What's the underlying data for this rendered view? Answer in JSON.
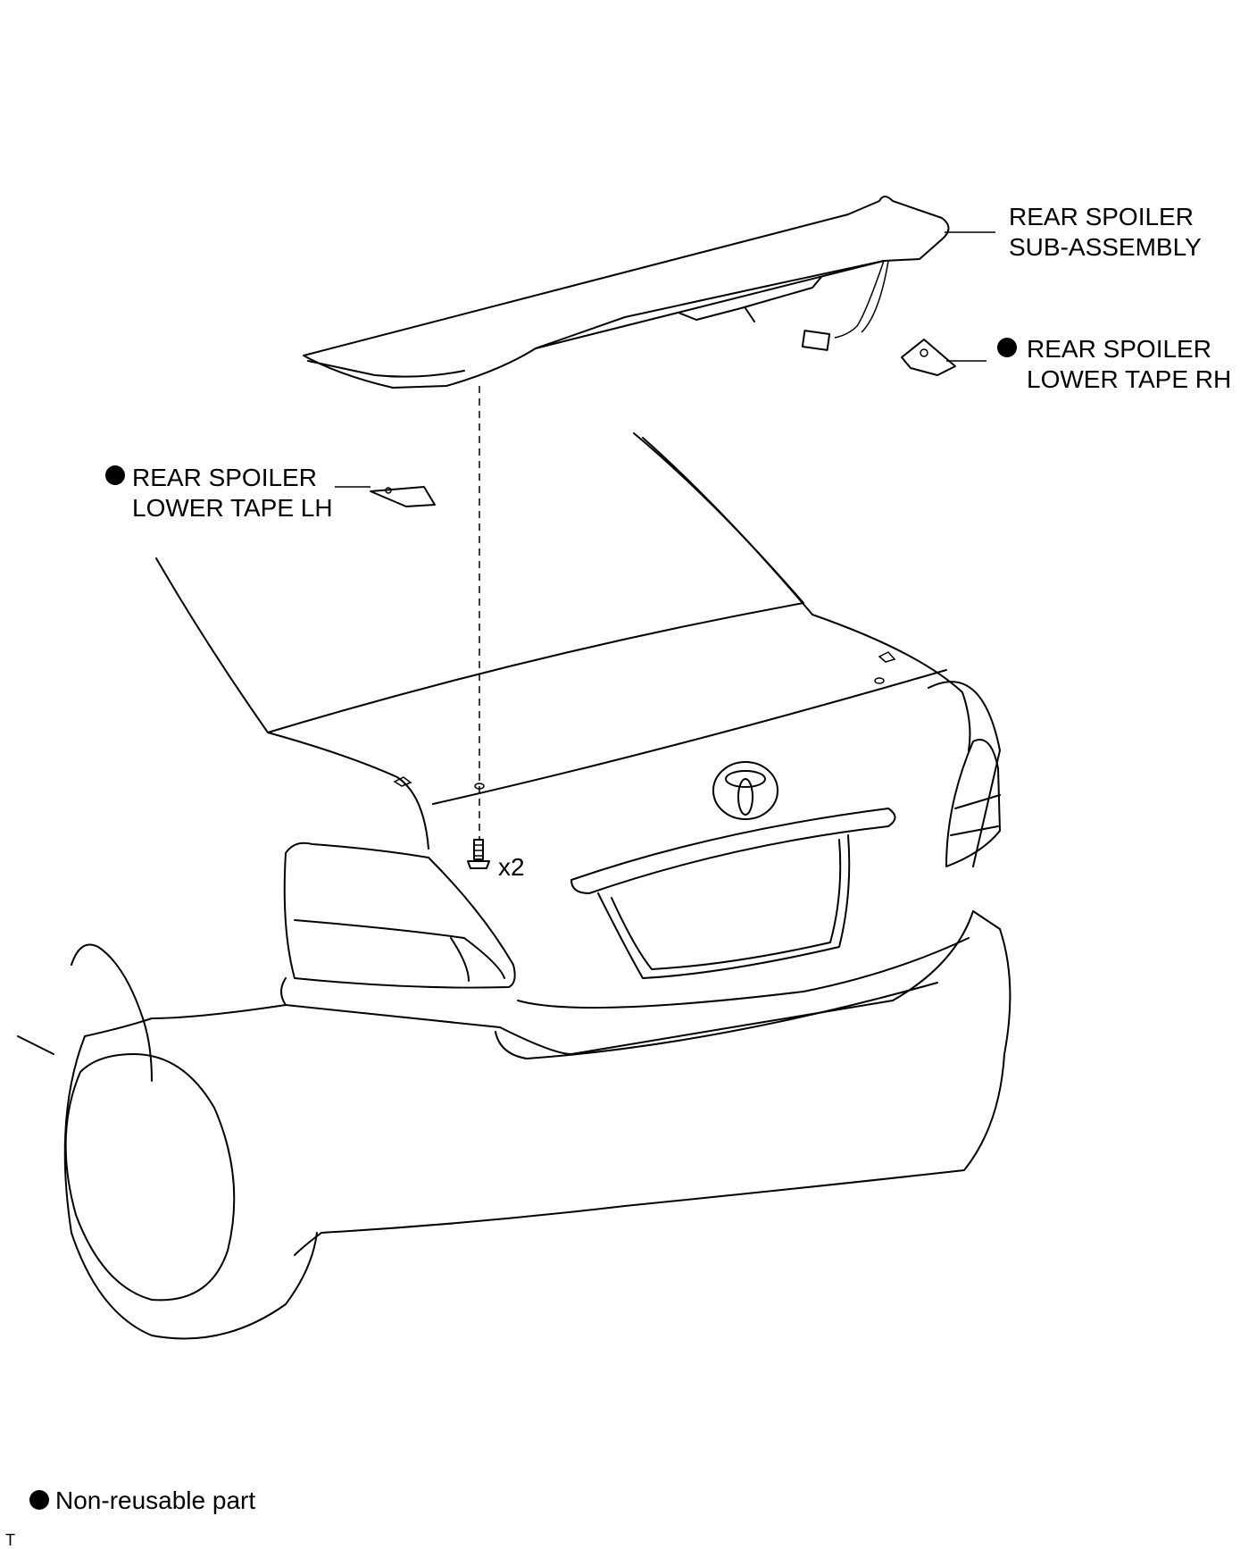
{
  "labels": {
    "spoiler_line1": "REAR SPOILER",
    "spoiler_line2": "SUB-ASSEMBLY",
    "tape_rh_line1": "REAR SPOILER",
    "tape_rh_line2": "LOWER TAPE RH",
    "tape_lh_line1": "REAR SPOILER",
    "tape_lh_line2": "LOWER TAPE LH",
    "bolt_qty": "x2",
    "legend_text": "Non-reusable part",
    "corner_mark": "T"
  },
  "icons": {
    "non_reusable": "filled-circle-icon",
    "emblem": "toyota-emblem-icon",
    "bolt": "bolt-icon"
  }
}
